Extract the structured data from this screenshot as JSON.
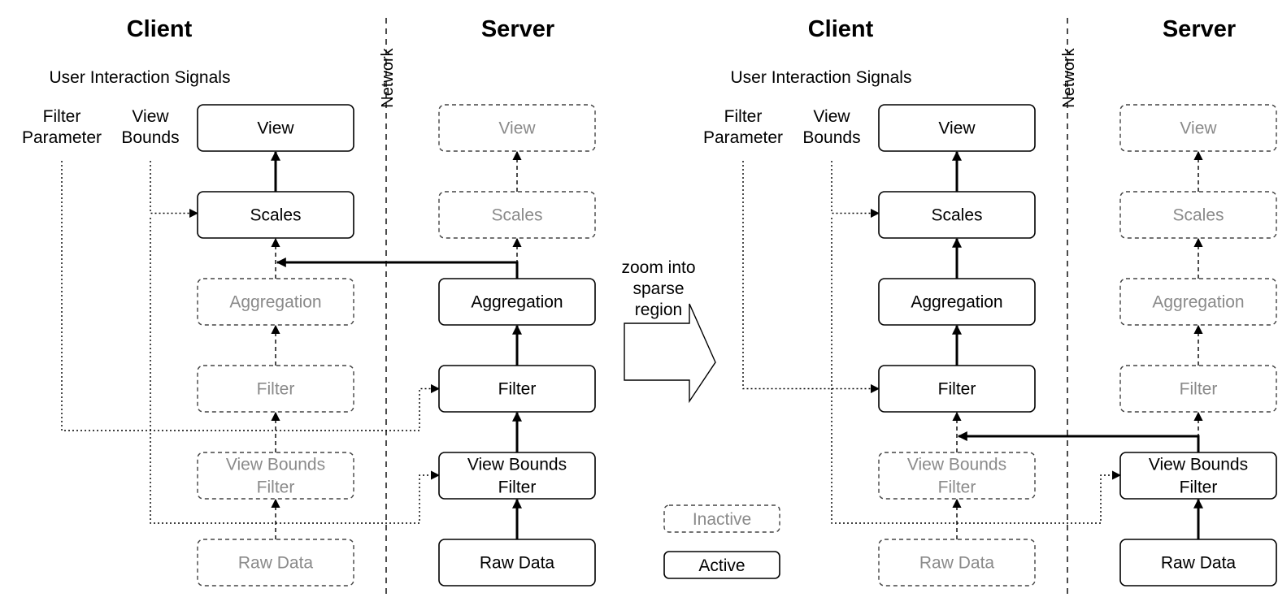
{
  "panels": [
    {
      "client_title": "Client",
      "server_title": "Server",
      "network_label": "Network",
      "signals_title": "User Interaction Signals",
      "signal_filter": [
        "Filter",
        "Parameter"
      ],
      "signal_bounds": [
        "View",
        "Bounds"
      ],
      "client": [
        {
          "id": "view",
          "label": [
            "View"
          ],
          "state": "active"
        },
        {
          "id": "scales",
          "label": [
            "Scales"
          ],
          "state": "active"
        },
        {
          "id": "aggregation",
          "label": [
            "Aggregation"
          ],
          "state": "inactive"
        },
        {
          "id": "filter",
          "label": [
            "Filter"
          ],
          "state": "inactive"
        },
        {
          "id": "view-bounds-filter",
          "label": [
            "View Bounds",
            "Filter"
          ],
          "state": "inactive"
        },
        {
          "id": "raw-data",
          "label": [
            "Raw Data"
          ],
          "state": "inactive"
        }
      ],
      "server": [
        {
          "id": "view",
          "label": [
            "View"
          ],
          "state": "inactive"
        },
        {
          "id": "scales",
          "label": [
            "Scales"
          ],
          "state": "inactive"
        },
        {
          "id": "aggregation",
          "label": [
            "Aggregation"
          ],
          "state": "active"
        },
        {
          "id": "filter",
          "label": [
            "Filter"
          ],
          "state": "active"
        },
        {
          "id": "view-bounds-filter",
          "label": [
            "View Bounds",
            "Filter"
          ],
          "state": "active"
        },
        {
          "id": "raw-data",
          "label": [
            "Raw Data"
          ],
          "state": "active"
        }
      ],
      "transfer": {
        "from": "aggregation",
        "to": "scales"
      },
      "filter_param_target": "server",
      "bounds_target_filter": "server"
    },
    {
      "client_title": "Client",
      "server_title": "Server",
      "network_label": "Network",
      "signals_title": "User Interaction Signals",
      "signal_filter": [
        "Filter",
        "Parameter"
      ],
      "signal_bounds": [
        "View",
        "Bounds"
      ],
      "client": [
        {
          "id": "view",
          "label": [
            "View"
          ],
          "state": "active"
        },
        {
          "id": "scales",
          "label": [
            "Scales"
          ],
          "state": "active"
        },
        {
          "id": "aggregation",
          "label": [
            "Aggregation"
          ],
          "state": "active"
        },
        {
          "id": "filter",
          "label": [
            "Filter"
          ],
          "state": "active"
        },
        {
          "id": "view-bounds-filter",
          "label": [
            "View Bounds",
            "Filter"
          ],
          "state": "inactive"
        },
        {
          "id": "raw-data",
          "label": [
            "Raw Data"
          ],
          "state": "inactive"
        }
      ],
      "server": [
        {
          "id": "view",
          "label": [
            "View"
          ],
          "state": "inactive"
        },
        {
          "id": "scales",
          "label": [
            "Scales"
          ],
          "state": "inactive"
        },
        {
          "id": "aggregation",
          "label": [
            "Aggregation"
          ],
          "state": "inactive"
        },
        {
          "id": "filter",
          "label": [
            "Filter"
          ],
          "state": "inactive"
        },
        {
          "id": "view-bounds-filter",
          "label": [
            "View Bounds",
            "Filter"
          ],
          "state": "active"
        },
        {
          "id": "raw-data",
          "label": [
            "Raw Data"
          ],
          "state": "active"
        }
      ],
      "transfer": {
        "from": "view-bounds-filter",
        "to": "filter"
      },
      "filter_param_target": "client",
      "bounds_target_filter": "server"
    }
  ],
  "transition": {
    "label": [
      "zoom into",
      "sparse",
      "region"
    ]
  },
  "legend": {
    "inactive": "Inactive",
    "active": "Active"
  }
}
